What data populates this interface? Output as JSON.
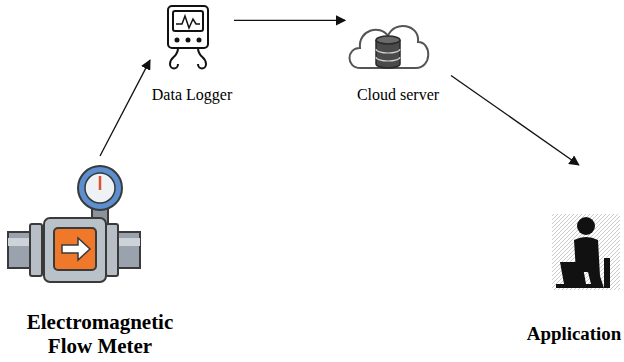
{
  "diagram": {
    "nodes": [
      {
        "text": [
          "Electromagnetic Flow Meter"
        ]
      },
      {
        "text": [
          "Data Logger"
        ]
      },
      {
        "text": [
          "Cloud server"
        ]
      },
      {
        "text": [
          "Application"
        ]
      }
    ],
    "edges": [
      {
        "from": 0,
        "to": 1,
        "arrow": "to"
      },
      {
        "from": 1,
        "to": 2,
        "arrow": "to"
      },
      {
        "from": 2,
        "to": 3,
        "arrow": "to"
      }
    ]
  }
}
